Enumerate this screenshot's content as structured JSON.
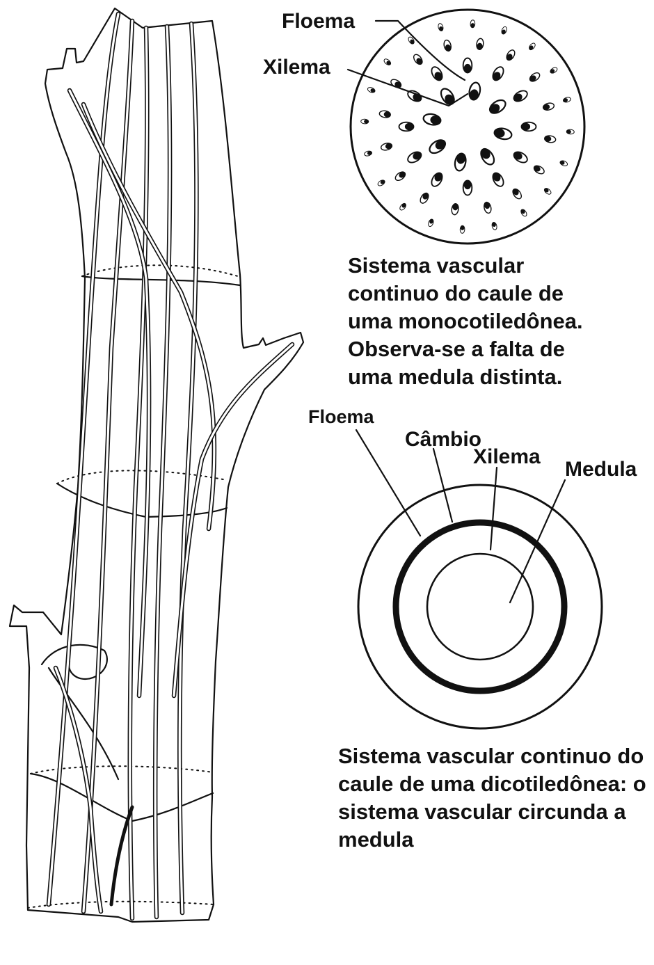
{
  "labels": {
    "mono_floema": "Floema",
    "mono_xilema": "Xilema",
    "dico_floema": "Floema",
    "dico_cambio": "Câmbio",
    "dico_xilema": "Xilema",
    "dico_medula": "Medula"
  },
  "captions": {
    "mono": [
      "Sistema vascular",
      "continuo do caule de",
      "uma monocotiledônea.",
      "Observa-se a falta de",
      "uma medula distinta."
    ],
    "dico": [
      "Sistema vascular continuo do",
      "caule de uma dicotiledônea: o",
      "sistema vascular circunda a",
      "medula"
    ]
  },
  "colors": {
    "ink": "#111111",
    "background": "#ffffff"
  }
}
